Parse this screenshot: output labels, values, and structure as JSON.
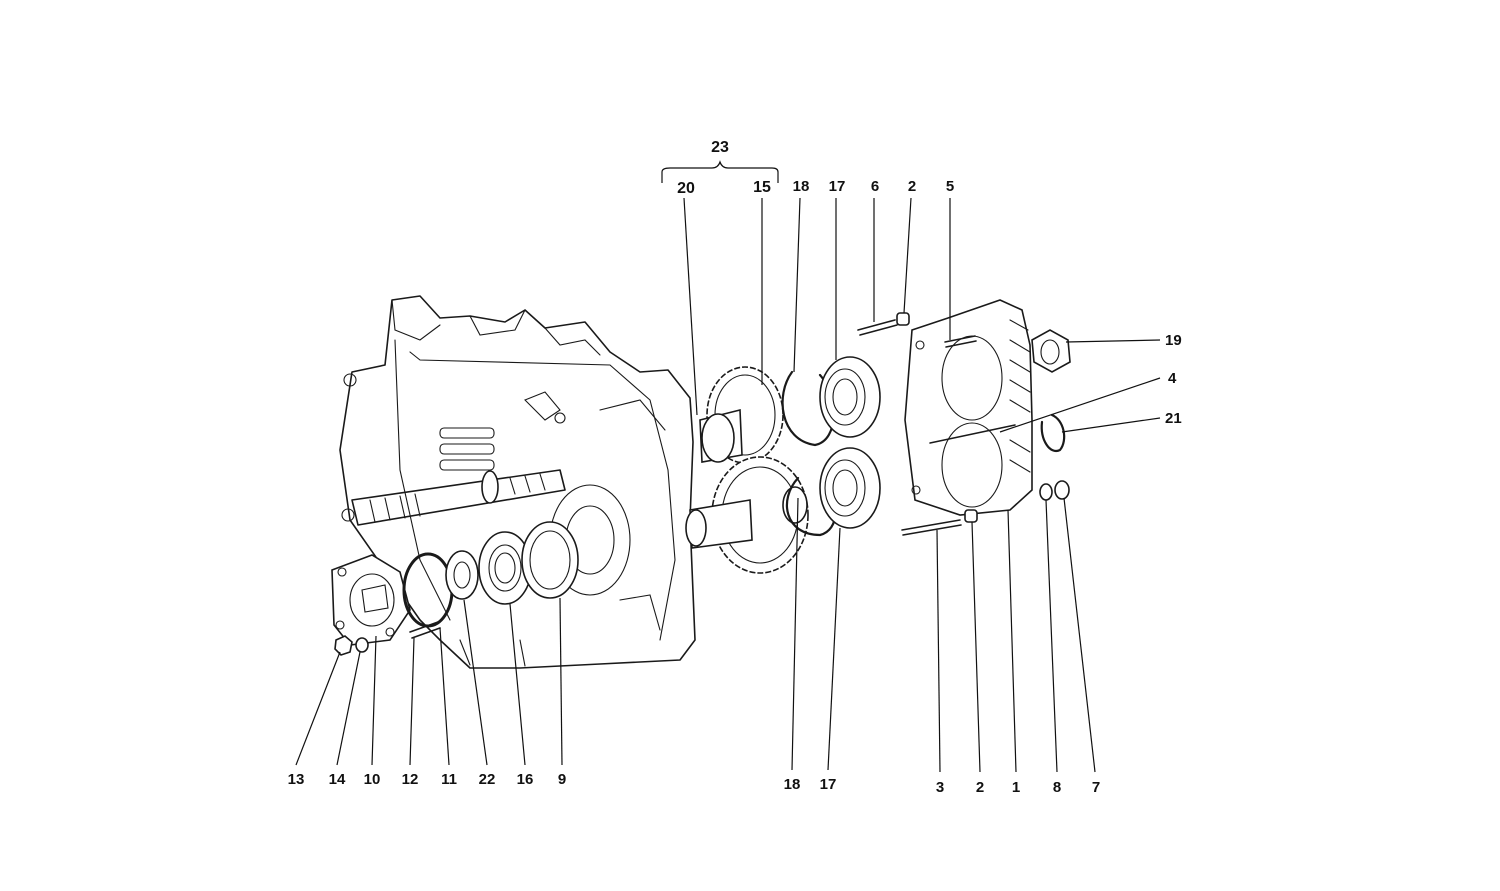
{
  "diagram": {
    "group": {
      "label": "23"
    },
    "callouts": {
      "c1": "1",
      "c2a": "2",
      "c2b": "2",
      "c3": "3",
      "c4": "4",
      "c5": "5",
      "c6": "6",
      "c7": "7",
      "c8": "8",
      "c9": "9",
      "c10": "10",
      "c11": "11",
      "c12": "12",
      "c13": "13",
      "c14": "14",
      "c15": "15",
      "c16": "16",
      "c17a": "17",
      "c17b": "17",
      "c18a": "18",
      "c18b": "18",
      "c19": "19",
      "c20": "20",
      "c21": "21",
      "c22": "22"
    }
  }
}
